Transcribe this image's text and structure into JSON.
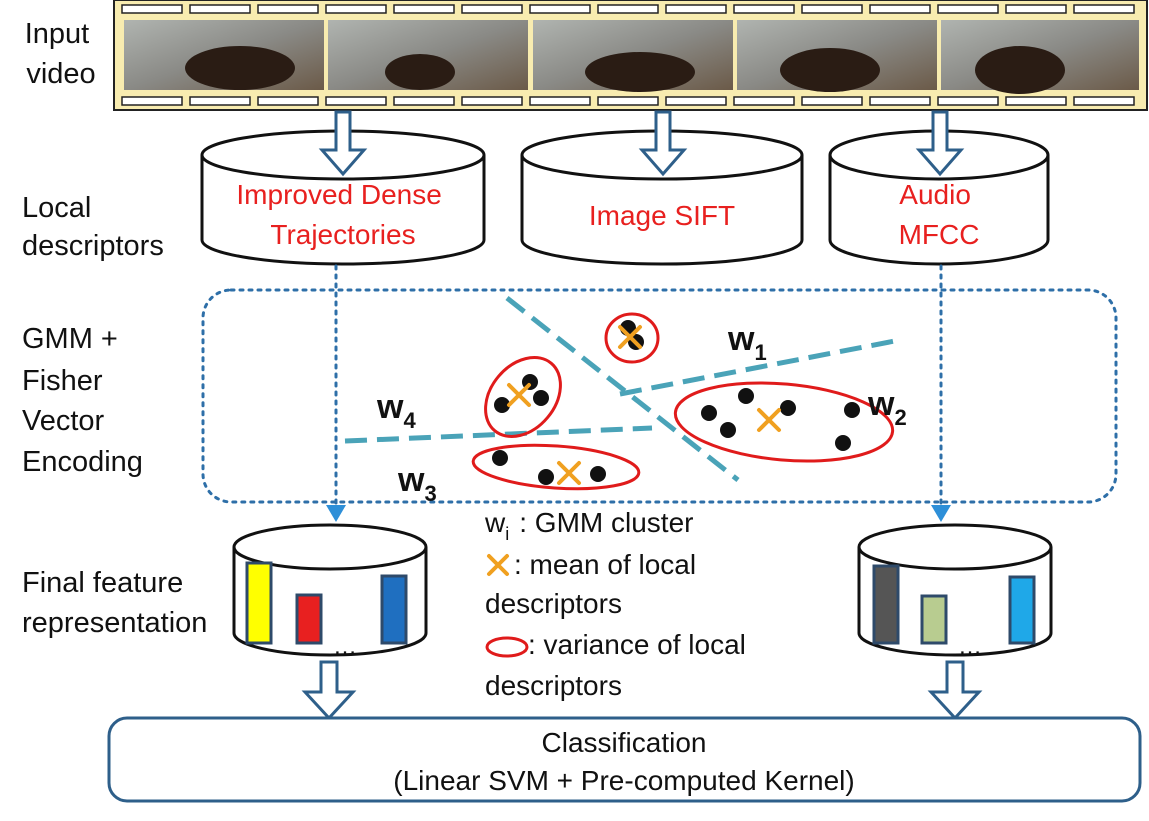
{
  "row_labels": {
    "input_video": [
      "Input",
      "video"
    ],
    "local_descriptors": [
      "Local",
      "descriptors"
    ],
    "encoding": [
      "GMM +",
      "Fisher",
      "Vector",
      "Encoding"
    ],
    "final_feature": [
      "Final feature",
      "representation"
    ]
  },
  "descriptors": {
    "idt": [
      "Improved Dense",
      "Trajectories"
    ],
    "sift": [
      "Image SIFT"
    ],
    "mfcc": [
      "Audio",
      "MFCC"
    ]
  },
  "clusters": {
    "w1": {
      "base": "w",
      "sub": "1"
    },
    "w2": {
      "base": "w",
      "sub": "2"
    },
    "w3": {
      "base": "w",
      "sub": "3"
    },
    "w4": {
      "base": "w",
      "sub": "4"
    }
  },
  "legend": {
    "cluster_symbol": "w",
    "cluster_sub": "i",
    "cluster_text": ": GMM cluster",
    "mean_text": [
      ": mean of  local",
      "descriptors"
    ],
    "variance_text": [
      ": variance of local",
      "descriptors"
    ]
  },
  "ellipsis": "…",
  "classification": {
    "title": "Classification",
    "subtitle": "(Linear SVM + Pre-computed Kernel)"
  },
  "colors": {
    "descriptor_text": "#e8201f",
    "dashed_line": "#4aa3b8",
    "dotted_border": "#2e6fa8",
    "arrow_stroke": "#2e5f8a",
    "cluster_outline": "#e01b1b",
    "mean_cross": "#f0a020",
    "film_strip": "#f8ecb0",
    "bars_left": [
      "#ffff00",
      "#e82020",
      "#1f6fc0"
    ],
    "bars_right": [
      "#555555",
      "#b8cc90",
      "#1fa8e8"
    ]
  }
}
